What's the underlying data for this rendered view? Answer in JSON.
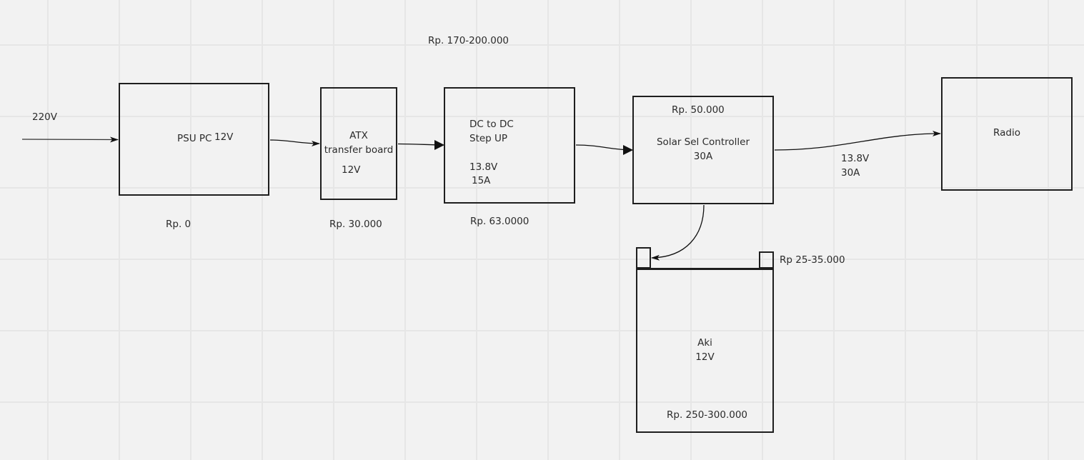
{
  "diagram": {
    "title_price": "Rp. 170-200.000",
    "input": {
      "label": "220V"
    },
    "nodes": {
      "psu": {
        "name": "PSU PC",
        "voltage": "12V",
        "price": "Rp. 0"
      },
      "atx": {
        "line1": "ATX",
        "line2": "transfer board",
        "voltage": "12V",
        "price": "Rp. 30.000"
      },
      "dcdc": {
        "line1": "DC to DC",
        "line2": "Step UP",
        "voltage": "13.8V",
        "current": "15A",
        "price": "Rp. 63.0000"
      },
      "scc": {
        "price": "Rp. 50.000",
        "line1": "Solar Sel Controller",
        "line2": "30A"
      },
      "radio": {
        "name": "Radio"
      },
      "battery": {
        "line1": "Aki",
        "line2": "12V",
        "price": "Rp. 250-300.000",
        "terminal_price": "Rp 25-35.000"
      }
    },
    "edges": {
      "scc_to_radio": {
        "voltage": "13.8V",
        "current": "30A"
      }
    },
    "colors": {
      "background": "#f2f2f2",
      "grid": "#e6e6e6",
      "stroke": "#1e1e1e",
      "text": "#2b2b2b"
    }
  }
}
